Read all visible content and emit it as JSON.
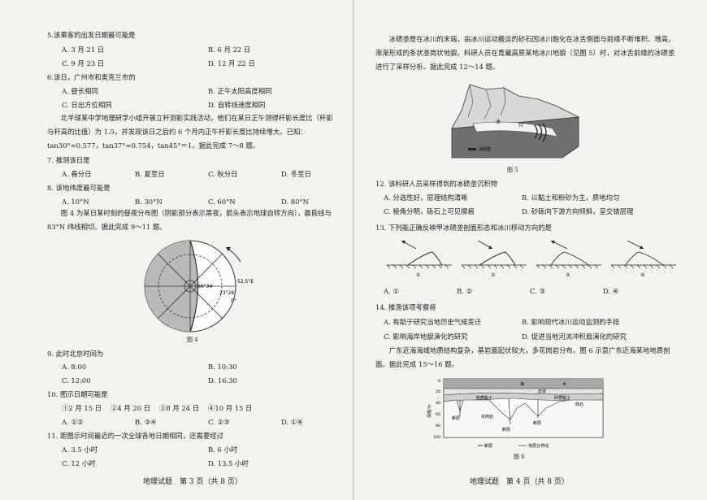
{
  "left": {
    "q5": {
      "stem": "5.该乘客的出发日期最可能是",
      "a": "A. 3 月 21 日",
      "b": "B. 6 月 22 日",
      "c": "C. 9 月 23 日",
      "d": "D. 12 月 22 日"
    },
    "q6": {
      "stem": "6.该日，广州市和奥克兰市的",
      "a": "A. 昼长相同",
      "b": "B. 正午太阳高度相同",
      "c": "C. 日出方位相同",
      "d": "D. 自转线速度相同"
    },
    "passage1": "北半球某中学地理研学小组开展立杆测影实践活动，他们在某日正午测得杆影长度比（杆影与杆高的比值）为 1.5，并发现该日之后约 6 个月内正午杆影长度比持续增大。已知：tan30°≈0.577，tan37°≈0.754，tan45°＝1。据此完成 7～8 题。",
    "q7": {
      "stem": "7. 推测该日是",
      "a": "A. 春分日",
      "b": "B. 夏至日",
      "c": "C. 秋分日",
      "d": "D. 冬至日"
    },
    "q8": {
      "stem": "8. 该地纬度最可能是",
      "a": "A. 10°N",
      "b": "B. 30°N",
      "c": "C. 60°N",
      "d": "D. 80°N"
    },
    "passage2": "图 4 为某日某时刻的昼夜分布图（阴影部分表示黑夜，箭头表示地球自转方向），晨昏线与 83°N 纬线相切。据此完成 9～11 题。",
    "fig4": {
      "label_a": "52.5°E",
      "label_b": "66°34′",
      "label_c": "23°26′",
      "label_d": "0°",
      "caption": "图 4"
    },
    "q9": {
      "stem": "9. 此时北京时间为",
      "a": "A. 8:00",
      "b": "B. 10:30",
      "c": "C. 12:00",
      "d": "D. 16:30"
    },
    "q10": {
      "stem": "10. 图示日期可能是",
      "o1": "①2 月 15 日",
      "o2": "②4 月 20 日",
      "o3": "③8 月 24 日",
      "o4": "④10 月 15 日",
      "a": "A. ①②",
      "b": "B. ③④",
      "c": "C. ②③",
      "d": "D. ①④"
    },
    "q11": {
      "stem": "11. 距图示时间最近的一次全球各地日期相同，还需要经过",
      "a": "A. 3.5 小时",
      "b": "B. 6 小时",
      "c": "C. 12 小时",
      "d": "D. 13.5 小时"
    },
    "footer": "地理试题　第 3 页（共 8 页）"
  },
  "right": {
    "passage3": "冰碛垄是在冰川的末端，由冰川运动搬运的砂石因冰川融化在冰舌侧面与前缘不断堆积、增高，渐渐形成的条状垄岗状地貌。科研人员在青藏高原某地冰川地貌（见图 5）时，对冰舌前缘的冰碛垄进行了采样分析。据此完成 12～14 题。",
    "fig5": {
      "legend": "冰碛垄",
      "label_ice": "冰",
      "label_river": "川",
      "caption": "图 5"
    },
    "q12": {
      "stem": "12. 该科研人员采样得到的冰碛垄沉积物",
      "a": "A. 分选性好，层理结构清晰",
      "b": "B. 以黏土和粉砂为主，质地均匀",
      "c": "C. 棱角分明，砾石上可见擦痕",
      "d": "D. 砂砾向下游方向倾斜，呈交错层理"
    },
    "q13": {
      "stem": "13. 下列能正确反映甲冰碛垄剖面形态和冰川移动方向的是",
      "n1": "①",
      "n2": "②",
      "n3": "③",
      "n4": "④",
      "a": "A. ①",
      "b": "B. ②",
      "c": "C. ③",
      "d": "D. ④"
    },
    "q14": {
      "stem": "14. 推测该项考察将",
      "a": "A. 有助于研究当地历史气候变迁",
      "b": "B. 影响现代冰川运动监测的手段",
      "c": "C. 影响海岸地貌演化的研究",
      "d": "D. 促进当地河流冲积扇演化的研究"
    },
    "passage4": "广东近海海域地质结构复杂，基岩面起伏较大，多花岗岩分布。图 6 示意广东近海某地地质剖面。据此完成 15～16 题。",
    "fig6": {
      "y_label": "深度/m",
      "ticks": [
        "0",
        "20",
        "40",
        "60",
        "80",
        "100"
      ],
      "sea": "海",
      "water": "水",
      "layer1": "淤泥",
      "layer2": "粉质黏土",
      "layer3": "砂质黏土",
      "layer4": "砾石",
      "layer5": "花岗岩",
      "fault1": "断层",
      "fault2": "断层",
      "fault3": "断层",
      "legend_fault": "断层",
      "legend_boundary": "地层分界线",
      "caption": "图 6"
    },
    "footer": "地理试题　第 4 页（共 8 页）"
  }
}
